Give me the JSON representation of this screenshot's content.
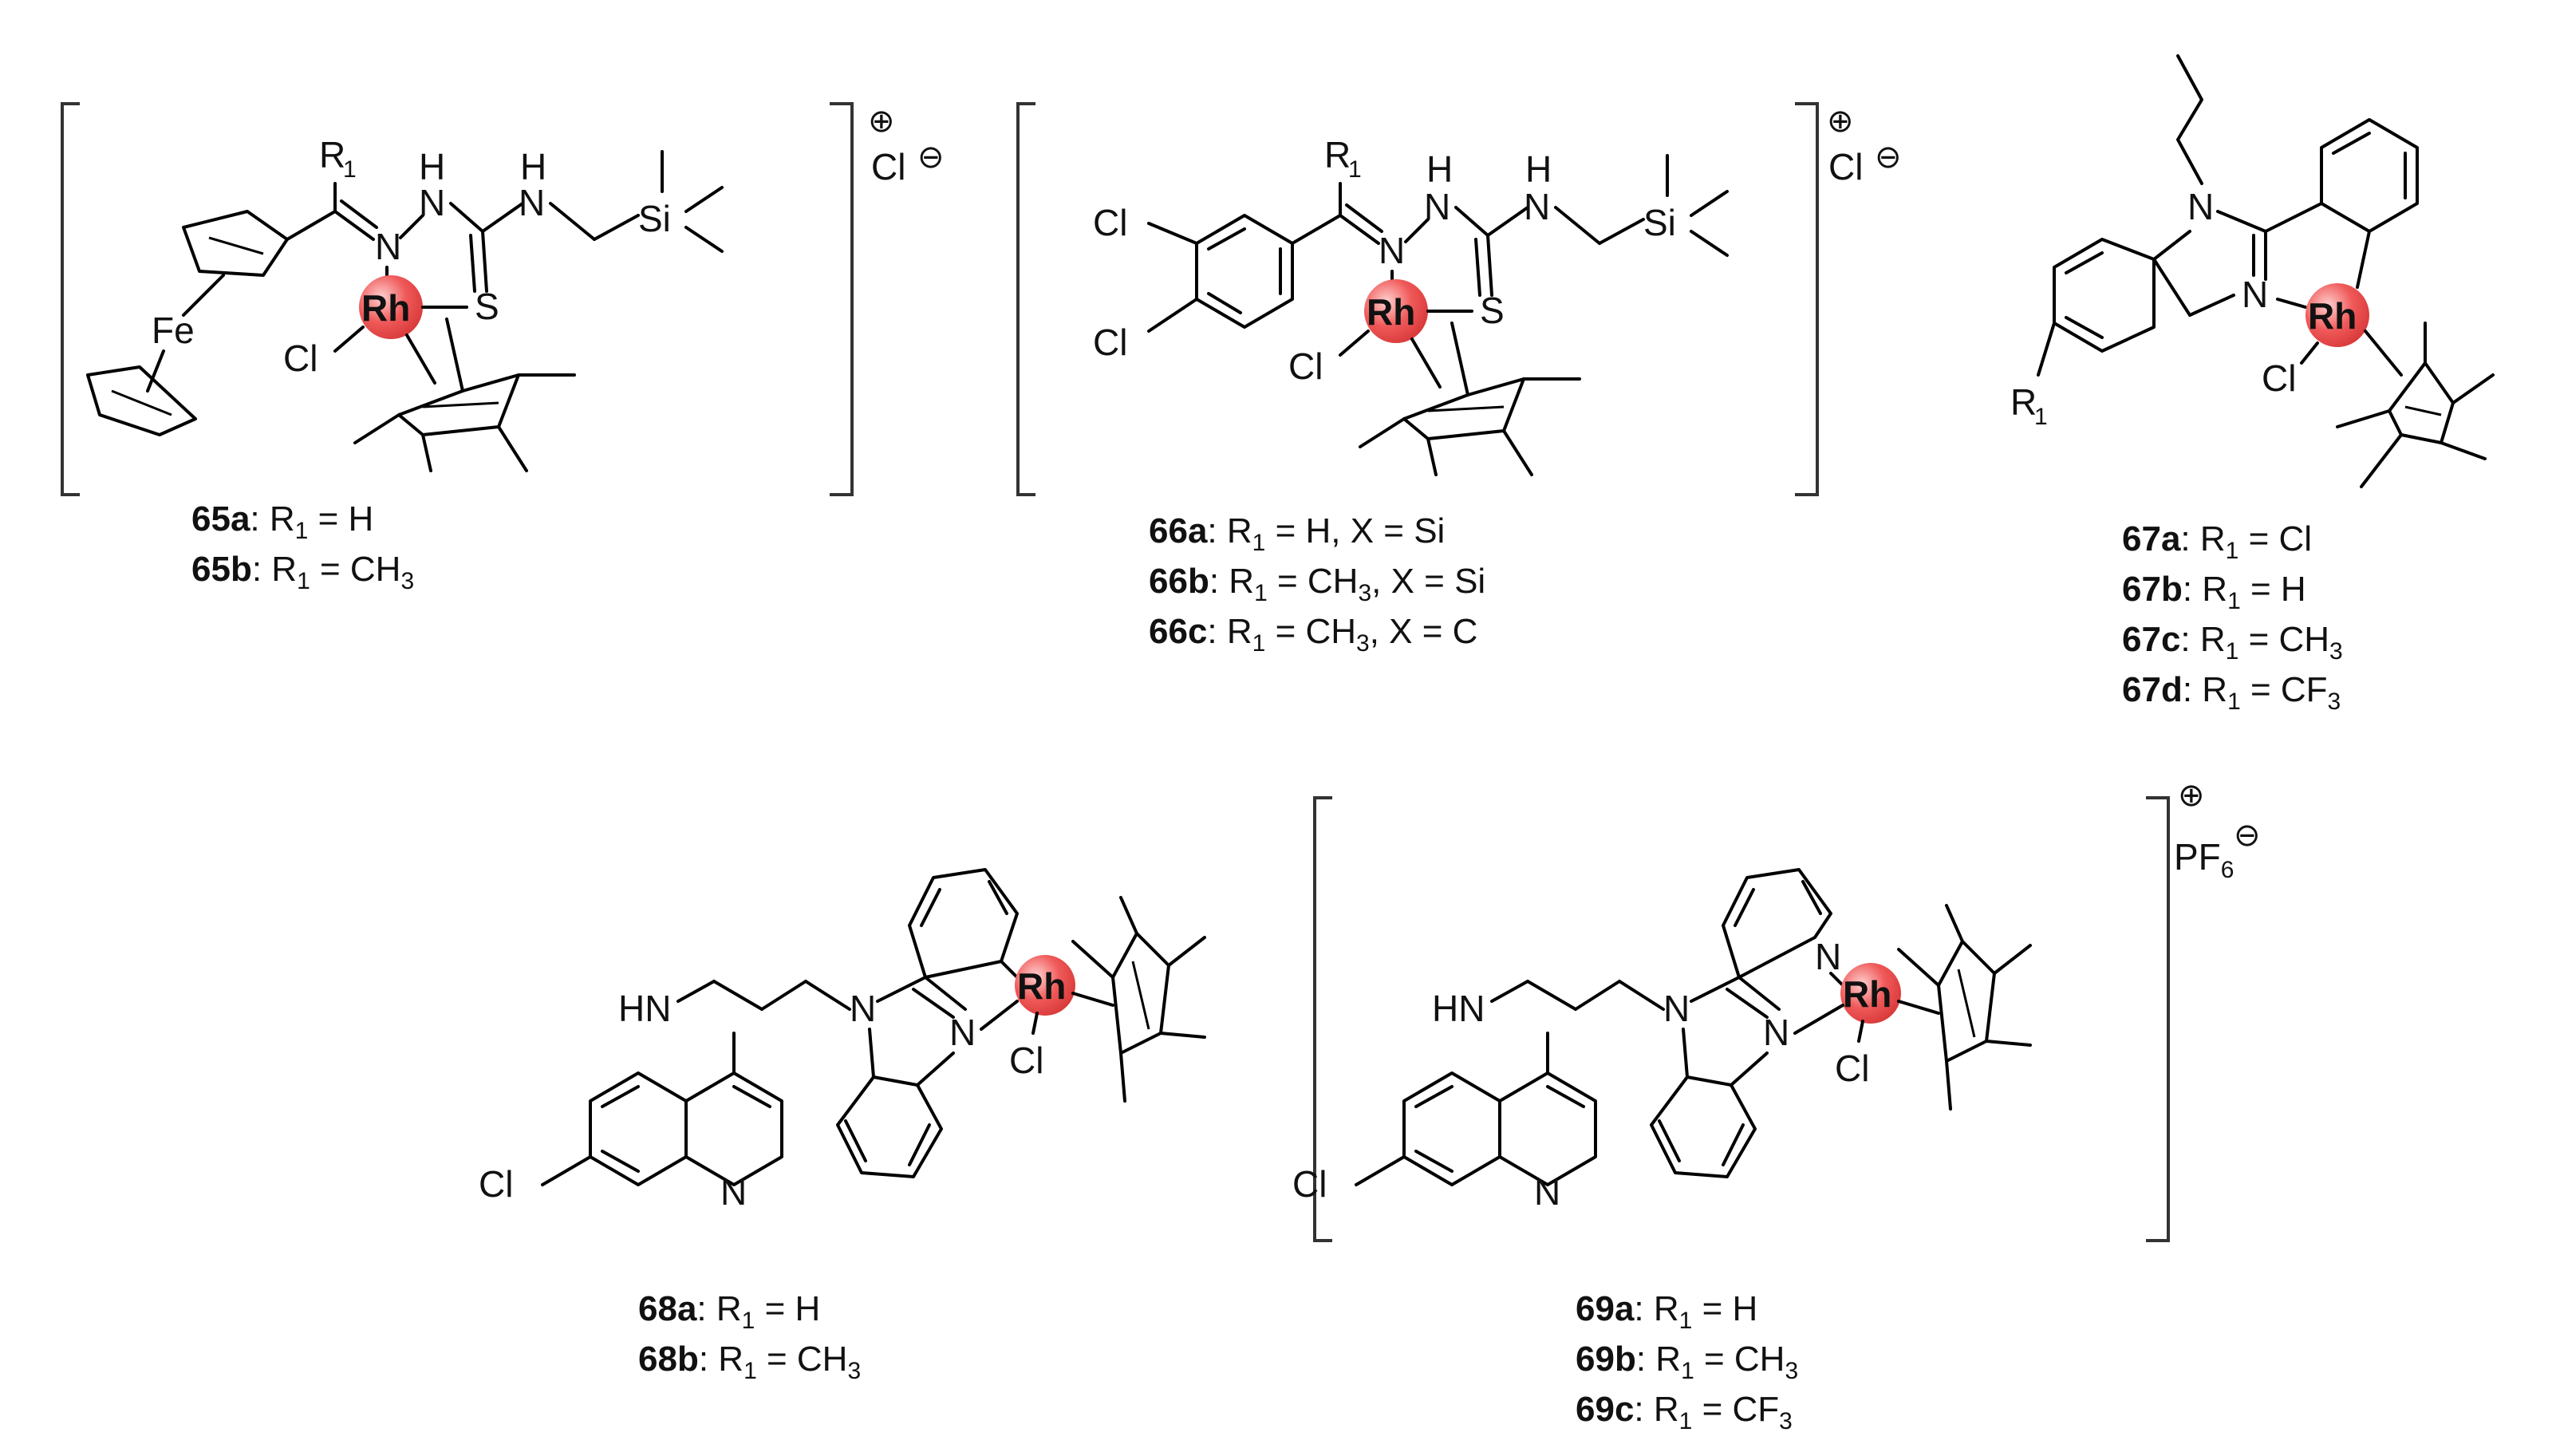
{
  "labels": {
    "r1": "R",
    "r1_sub": "1",
    "nh_h": "H",
    "n": "N",
    "nh": "HN",
    "s": "S",
    "si": "Si",
    "fe": "Fe",
    "cl": "Cl",
    "rh": "Rh",
    "pf6": "PF",
    "pf6_sub": "6",
    "plus": "⊕",
    "minus": "⊖"
  },
  "compounds": [
    {
      "id": "65",
      "counterion": "Cl",
      "captions": [
        {
          "code": "65a",
          "text": ": R",
          "sub": "1",
          "rest": " = H"
        },
        {
          "code": "65b",
          "text": ": R",
          "sub": "1",
          "rest": " = CH",
          "sub2": "3"
        }
      ]
    },
    {
      "id": "66",
      "counterion": "Cl",
      "captions": [
        {
          "code": "66a",
          "text": ": R",
          "sub": "1",
          "rest": " = H, X = Si"
        },
        {
          "code": "66b",
          "text": ": R",
          "sub": "1",
          "rest": " = CH",
          "sub2": "3",
          "rest2": ", X = Si"
        },
        {
          "code": "66c",
          "text": ": R",
          "sub": "1",
          "rest": " = CH",
          "sub2": "3",
          "rest2": ", X = C"
        }
      ]
    },
    {
      "id": "67",
      "captions": [
        {
          "code": "67a",
          "text": ": R",
          "sub": "1",
          "rest": " = Cl"
        },
        {
          "code": "67b",
          "text": ": R",
          "sub": "1",
          "rest": " = H"
        },
        {
          "code": "67c",
          "text": ": R",
          "sub": "1",
          "rest": " = CH",
          "sub2": "3"
        },
        {
          "code": "67d",
          "text": ": R",
          "sub": "1",
          "rest": " = CF",
          "sub2": "3"
        }
      ]
    },
    {
      "id": "68",
      "captions": [
        {
          "code": "68a",
          "text": ": R",
          "sub": "1",
          "rest": " = H"
        },
        {
          "code": "68b",
          "text": ": R",
          "sub": "1",
          "rest": " = CH",
          "sub2": "3"
        }
      ]
    },
    {
      "id": "69",
      "counterion": "PF6",
      "captions": [
        {
          "code": "69a",
          "text": ": R",
          "sub": "1",
          "rest": " = H"
        },
        {
          "code": "69b",
          "text": ": R",
          "sub": "1",
          "rest": " = CH",
          "sub2": "3"
        },
        {
          "code": "69c",
          "text": ": R",
          "sub": "1",
          "rest": " = CF",
          "sub2": "3"
        }
      ]
    }
  ],
  "colors": {
    "rh_fill": "#f05a5a",
    "rh_highlight": "#ffc2c2",
    "bond": "#000000",
    "text": "#111111"
  }
}
